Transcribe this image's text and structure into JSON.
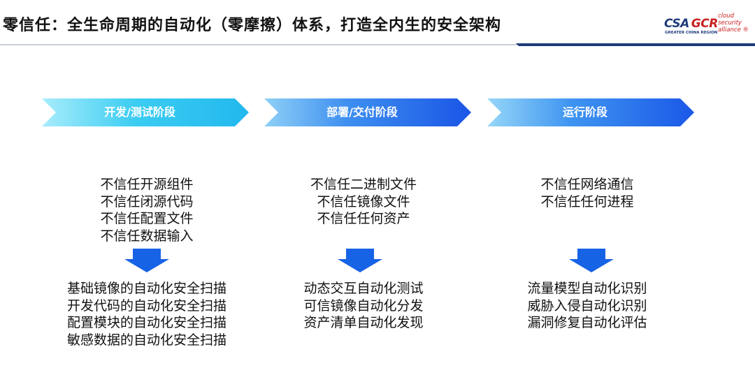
{
  "header": {
    "title": "零信任：全生命周期的自动化（零摩擦）体系，打造全内生的安全架构",
    "logo": {
      "csa": "CSA",
      "gcr": "GCR",
      "region": "GREATER CHINA REGION",
      "tag": [
        "cloud",
        "security",
        "alliance ®"
      ]
    }
  },
  "colors": {
    "arrow_light": "#3ccdf2",
    "arrow_dark": "#1a55e6",
    "down_arrow": "#1763e6",
    "line_gray": "#c9ced6",
    "line_navy": "#1f3c7a"
  },
  "stages": [
    {
      "label": "开发/测试阶段",
      "distrust": [
        "不信任开源组件",
        "不信任闭源代码",
        "不信任配置文件",
        "不信任数据输入"
      ],
      "automation": [
        "基础镜像的自动化安全扫描",
        "开发代码的自动化安全扫描",
        "配置模块的自动化安全扫描",
        "敏感数据的自动化安全扫描"
      ]
    },
    {
      "label": "部署/交付阶段",
      "distrust": [
        "不信任二进制文件",
        "不信任镜像文件",
        "不信任任何资产"
      ],
      "automation": [
        "动态交互自动化测试",
        "可信镜像自动化分发",
        "资产清单自动化发现"
      ]
    },
    {
      "label": "运行阶段",
      "distrust": [
        "不信任网络通信",
        "不信任任何进程"
      ],
      "automation": [
        "流量模型自动化识别",
        "威胁入侵自动化识别",
        "漏洞修复自动化评估"
      ]
    }
  ]
}
